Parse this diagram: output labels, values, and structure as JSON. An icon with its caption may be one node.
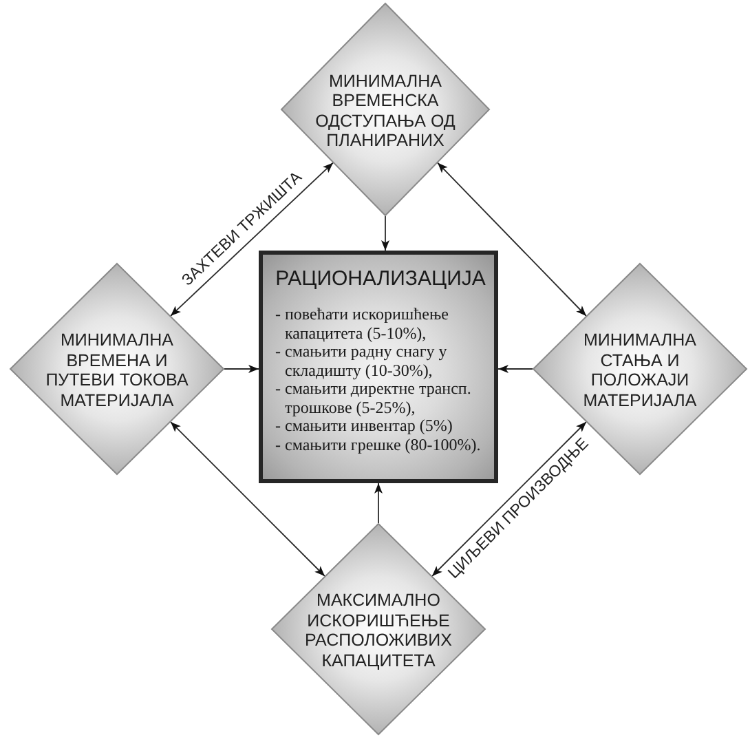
{
  "diagram": {
    "nodes": [
      {
        "text": [
          "МИНИМАЛНА ВРЕМЕНСКА ОДСТУПАЊА ОД ПЛАНИРАНИХ"
        ]
      },
      {
        "text": [
          "МИНИМАЛНА ВРЕМЕНА И ПУТЕВИ ТОКОВА МАТЕРИЈАЛА"
        ]
      },
      {
        "text": [
          "РАЦИОНАЛИЗАЦИЈА",
          "- повећати искоришћење капацитета (5-10%),",
          "- смањити радну снагу у складишту (10-30%),",
          "- смањити директне трансп. трошкове (5-25%),",
          "- смањити инвентар (5%)",
          "- смањити грешке (80-100%)."
        ]
      },
      {
        "text": [
          "МИНИМАЛНА СТАЊА И ПОЛОЖАЈИ МАТЕРИЈАЛА"
        ]
      },
      {
        "text": [
          "МАКСИМАЛНО ИСКОРИШЋЕЊЕ РАСПОЛОЖИВИХ КАПАЦИТЕТА"
        ]
      }
    ],
    "edges": [
      {
        "from": 0,
        "to": 2,
        "arrow": "to"
      },
      {
        "from": 1,
        "to": 2,
        "arrow": "to"
      },
      {
        "from": 3,
        "to": 2,
        "arrow": "to"
      },
      {
        "from": 4,
        "to": 2,
        "arrow": "to"
      },
      {
        "from": 1,
        "to": 0,
        "arrow": "both",
        "label": "ЗАХТЕВИ ТРЖИШТА"
      },
      {
        "from": 0,
        "to": 3,
        "arrow": "both"
      },
      {
        "from": 1,
        "to": 4,
        "arrow": "both"
      },
      {
        "from": 4,
        "to": 3,
        "arrow": "both",
        "label": "ЦИЉЕВИ ПРОИЗВОДЊЕ"
      }
    ]
  }
}
